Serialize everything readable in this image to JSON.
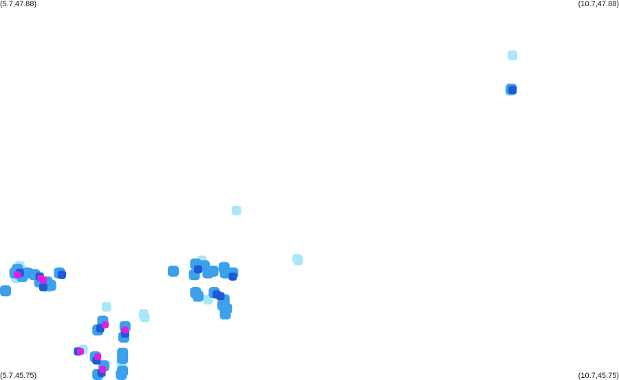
{
  "map": {
    "corners": {
      "top_left": "(5.7,47.88)",
      "top_right": "(10.7,47.88)",
      "bottom_left": "(5.7,45.75)",
      "bottom_right": "(10.7,45.75)"
    },
    "bounds": {
      "lon_min": 5.7,
      "lon_max": 10.7,
      "lat_min": 45.75,
      "lat_max": 47.88
    },
    "colors": {
      "background": "#ffffff",
      "light": "#a8e8f8",
      "medium": "#3ca0ec",
      "strong": "#1e5ad6",
      "extreme": "#e01ee0"
    },
    "echoes": [
      {
        "lon": 9.84,
        "lat": 47.57,
        "intensity": "light"
      },
      {
        "lon": 9.83,
        "lat": 47.38,
        "intensity": "medium"
      },
      {
        "lon": 9.84,
        "lat": 47.375,
        "intensity": "strong"
      },
      {
        "lon": 9.82,
        "lat": 47.37,
        "intensity": "light"
      },
      {
        "lon": 7.61,
        "lat": 46.7,
        "intensity": "light"
      },
      {
        "lon": 8.1,
        "lat": 46.43,
        "intensity": "light"
      },
      {
        "lon": 8.11,
        "lat": 46.42,
        "intensity": "light"
      },
      {
        "lon": 5.71,
        "lat": 46.25,
        "intensity": "medium"
      },
      {
        "lon": 5.84,
        "lat": 46.37,
        "intensity": "medium"
      },
      {
        "lon": 5.82,
        "lat": 46.35,
        "intensity": "medium"
      },
      {
        "lon": 5.86,
        "lat": 46.35,
        "intensity": "strong"
      },
      {
        "lon": 5.84,
        "lat": 46.34,
        "intensity": "extreme"
      },
      {
        "lon": 5.88,
        "lat": 46.33,
        "intensity": "medium"
      },
      {
        "lon": 5.83,
        "lat": 46.32,
        "intensity": "light"
      },
      {
        "lon": 5.86,
        "lat": 46.39,
        "intensity": "light"
      },
      {
        "lon": 5.92,
        "lat": 46.35,
        "intensity": "medium"
      },
      {
        "lon": 5.98,
        "lat": 46.34,
        "intensity": "medium"
      },
      {
        "lon": 6.02,
        "lat": 46.33,
        "intensity": "strong"
      },
      {
        "lon": 6.03,
        "lat": 46.32,
        "intensity": "extreme"
      },
      {
        "lon": 6.05,
        "lat": 46.31,
        "intensity": "extreme"
      },
      {
        "lon": 6.02,
        "lat": 46.3,
        "intensity": "medium"
      },
      {
        "lon": 6.08,
        "lat": 46.3,
        "intensity": "medium"
      },
      {
        "lon": 6.11,
        "lat": 46.28,
        "intensity": "medium"
      },
      {
        "lon": 6.09,
        "lat": 46.27,
        "intensity": "light"
      },
      {
        "lon": 6.05,
        "lat": 46.27,
        "intensity": "strong"
      },
      {
        "lon": 6.18,
        "lat": 46.35,
        "intensity": "medium"
      },
      {
        "lon": 6.2,
        "lat": 46.34,
        "intensity": "strong"
      },
      {
        "lon": 7.1,
        "lat": 46.36,
        "intensity": "medium"
      },
      {
        "lon": 7.28,
        "lat": 46.4,
        "intensity": "medium"
      },
      {
        "lon": 7.3,
        "lat": 46.37,
        "intensity": "strong"
      },
      {
        "lon": 7.33,
        "lat": 46.42,
        "intensity": "light"
      },
      {
        "lon": 7.35,
        "lat": 46.39,
        "intensity": "medium"
      },
      {
        "lon": 7.27,
        "lat": 46.34,
        "intensity": "medium"
      },
      {
        "lon": 7.38,
        "lat": 46.35,
        "intensity": "medium"
      },
      {
        "lon": 7.42,
        "lat": 46.36,
        "intensity": "medium"
      },
      {
        "lon": 7.51,
        "lat": 46.38,
        "intensity": "medium"
      },
      {
        "lon": 7.52,
        "lat": 46.35,
        "intensity": "medium"
      },
      {
        "lon": 7.58,
        "lat": 46.35,
        "intensity": "medium"
      },
      {
        "lon": 7.58,
        "lat": 46.33,
        "intensity": "strong"
      },
      {
        "lon": 7.28,
        "lat": 46.24,
        "intensity": "medium"
      },
      {
        "lon": 7.3,
        "lat": 46.22,
        "intensity": "medium"
      },
      {
        "lon": 7.38,
        "lat": 46.2,
        "intensity": "light"
      },
      {
        "lon": 7.43,
        "lat": 46.24,
        "intensity": "medium"
      },
      {
        "lon": 7.45,
        "lat": 46.23,
        "intensity": "strong"
      },
      {
        "lon": 7.48,
        "lat": 46.22,
        "intensity": "strong"
      },
      {
        "lon": 7.51,
        "lat": 46.2,
        "intensity": "medium"
      },
      {
        "lon": 7.5,
        "lat": 46.17,
        "intensity": "medium"
      },
      {
        "lon": 7.53,
        "lat": 46.15,
        "intensity": "medium"
      },
      {
        "lon": 7.52,
        "lat": 46.12,
        "intensity": "medium"
      },
      {
        "lon": 6.56,
        "lat": 46.16,
        "intensity": "light"
      },
      {
        "lon": 6.86,
        "lat": 46.12,
        "intensity": "light"
      },
      {
        "lon": 6.87,
        "lat": 46.1,
        "intensity": "light"
      },
      {
        "lon": 6.53,
        "lat": 46.08,
        "intensity": "medium"
      },
      {
        "lon": 6.55,
        "lat": 46.06,
        "intensity": "extreme"
      },
      {
        "lon": 6.51,
        "lat": 46.04,
        "intensity": "strong"
      },
      {
        "lon": 6.49,
        "lat": 46.03,
        "intensity": "medium"
      },
      {
        "lon": 6.71,
        "lat": 46.05,
        "intensity": "medium"
      },
      {
        "lon": 6.71,
        "lat": 46.03,
        "intensity": "extreme"
      },
      {
        "lon": 6.71,
        "lat": 46.01,
        "intensity": "strong"
      },
      {
        "lon": 6.7,
        "lat": 45.99,
        "intensity": "medium"
      },
      {
        "lon": 6.37,
        "lat": 45.92,
        "intensity": "light"
      },
      {
        "lon": 6.33,
        "lat": 45.91,
        "intensity": "strong"
      },
      {
        "lon": 6.35,
        "lat": 45.91,
        "intensity": "extreme"
      },
      {
        "lon": 6.47,
        "lat": 45.88,
        "intensity": "medium"
      },
      {
        "lon": 6.49,
        "lat": 45.88,
        "intensity": "extreme"
      },
      {
        "lon": 6.48,
        "lat": 45.86,
        "intensity": "strong"
      },
      {
        "lon": 6.54,
        "lat": 45.83,
        "intensity": "medium"
      },
      {
        "lon": 6.53,
        "lat": 45.81,
        "intensity": "extreme"
      },
      {
        "lon": 6.52,
        "lat": 45.79,
        "intensity": "strong"
      },
      {
        "lon": 6.49,
        "lat": 45.78,
        "intensity": "medium"
      },
      {
        "lon": 6.69,
        "lat": 45.9,
        "intensity": "medium"
      },
      {
        "lon": 6.69,
        "lat": 45.87,
        "intensity": "medium"
      },
      {
        "lon": 6.68,
        "lat": 45.84,
        "intensity": "light"
      },
      {
        "lon": 6.69,
        "lat": 45.8,
        "intensity": "medium"
      },
      {
        "lon": 6.68,
        "lat": 45.77,
        "intensity": "medium"
      }
    ]
  }
}
